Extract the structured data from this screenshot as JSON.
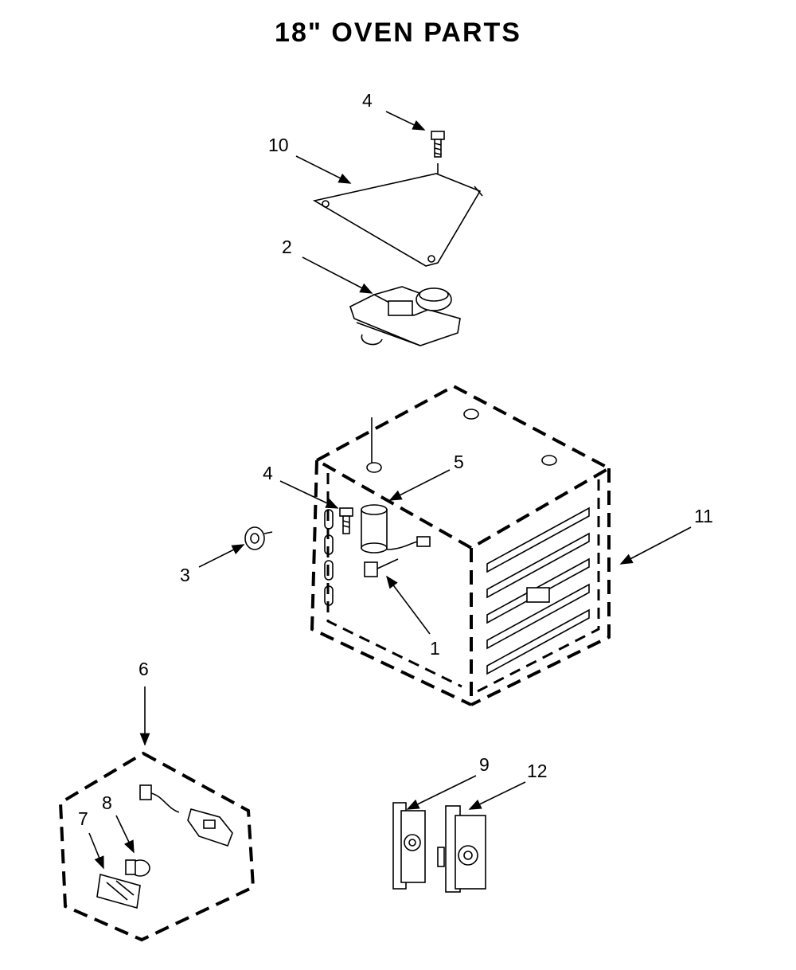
{
  "title": "18\" OVEN PARTS",
  "callouts": {
    "c1": "1",
    "c2": "2",
    "c3": "3",
    "c4a": "4",
    "c4b": "4",
    "c5": "5",
    "c6": "6",
    "c7": "7",
    "c8": "8",
    "c9": "9",
    "c10": "10",
    "c11": "11",
    "c12": "12"
  }
}
